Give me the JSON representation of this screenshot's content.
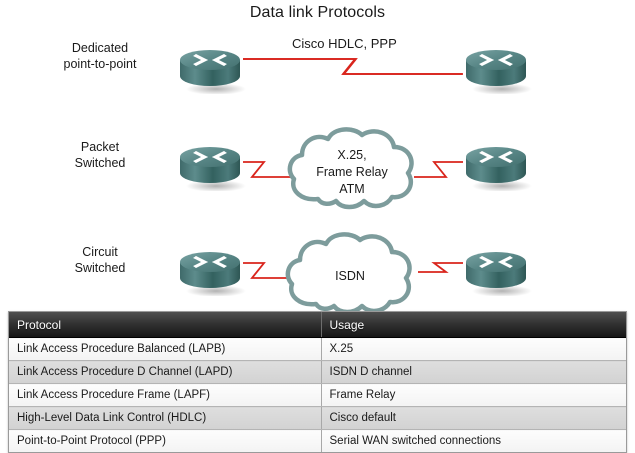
{
  "title": "Data link Protocols",
  "diagram": {
    "rows": [
      {
        "label_line1": "Dedicated",
        "label_line2": "point-to-point",
        "link_caption": "Cisco HDLC, PPP",
        "cloud_lines": []
      },
      {
        "label_line1": "Packet",
        "label_line2": "Switched",
        "link_caption": "",
        "cloud_lines": [
          "X.25,",
          "Frame Relay",
          "ATM"
        ]
      },
      {
        "label_line1": "Circuit",
        "label_line2": "Switched",
        "link_caption": "",
        "cloud_lines": [
          "ISDN"
        ]
      }
    ],
    "icons": {
      "router": "router-icon",
      "cloud": "wan-cloud-icon",
      "serial_link": "serial-link-icon"
    },
    "colors": {
      "link_line": "#d9251d",
      "router_body": "#4f7d7d",
      "router_top": "#6c9a9a",
      "cloud_outline": "#7d9c9c"
    }
  },
  "table": {
    "headers": [
      "Protocol",
      "Usage"
    ],
    "rows": [
      [
        "Link Access Procedure Balanced (LAPB)",
        "X.25"
      ],
      [
        "Link Access Procedure D Channel (LAPD)",
        "ISDN D channel"
      ],
      [
        "Link Access Procedure Frame (LAPF)",
        "Frame Relay"
      ],
      [
        "High-Level Data Link Control (HDLC)",
        "Cisco default"
      ],
      [
        "Point-to-Point Protocol (PPP)",
        "Serial WAN switched connections"
      ]
    ]
  }
}
